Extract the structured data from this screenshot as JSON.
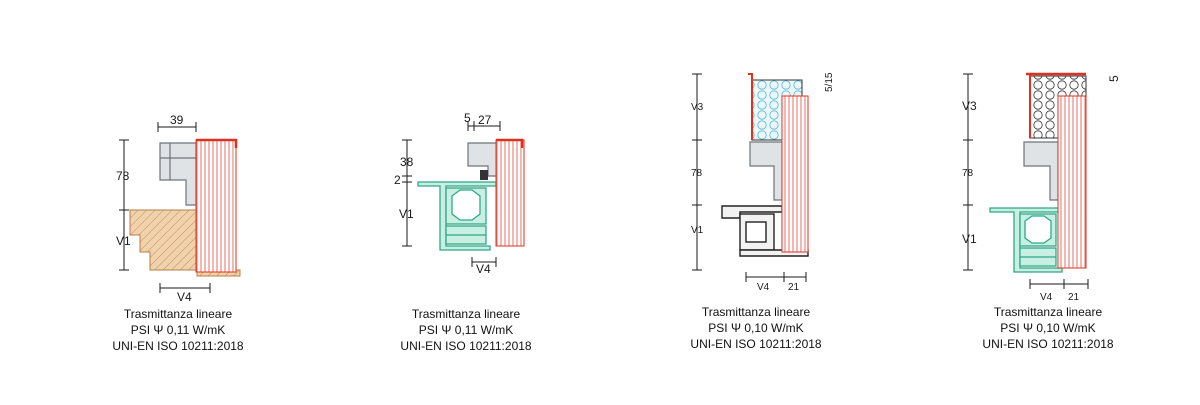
{
  "colors": {
    "wood": "#d9a06a",
    "pvc_green": "#2fa889",
    "aluminium": "#9aa1a6",
    "seal_red": "#e03020",
    "insulation_blue": "#8fd3e6",
    "line": "#1a1a1a"
  },
  "details": [
    {
      "dims": {
        "top": "39",
        "h1": "78",
        "v1": "V1",
        "bottom": "V4"
      },
      "caption": {
        "title": "Trasmittanza lineare",
        "psi": "PSI Ψ 0,11 W/mK",
        "norm": "UNI-EN ISO 10211:2018"
      }
    },
    {
      "dims": {
        "top_a": "5",
        "top_b": "27",
        "h1": "38",
        "h2": "2",
        "v1": "V1",
        "bottom": "V4"
      },
      "caption": {
        "title": "Trasmittanza lineare",
        "psi": "PSI Ψ 0,11 W/mK",
        "norm": "UNI-EN ISO 10211:2018"
      }
    },
    {
      "dims": {
        "v3": "V3",
        "h1": "78",
        "v1": "V1",
        "bottom": "V4",
        "bottom_b": "21",
        "side": "5/15"
      },
      "caption": {
        "title": "Trasmittanza lineare",
        "psi": "PSI Ψ 0,10 W/mK",
        "norm": "UNI-EN ISO 10211:2018"
      }
    },
    {
      "dims": {
        "v3": "V3",
        "h1": "78",
        "v1": "V1",
        "bottom": "V4",
        "bottom_b": "21",
        "side": "5"
      },
      "caption": {
        "title": "Trasmittanza lineare",
        "psi": "PSI Ψ 0,10 W/mK",
        "norm": "UNI-EN ISO 10211:2018"
      }
    }
  ]
}
